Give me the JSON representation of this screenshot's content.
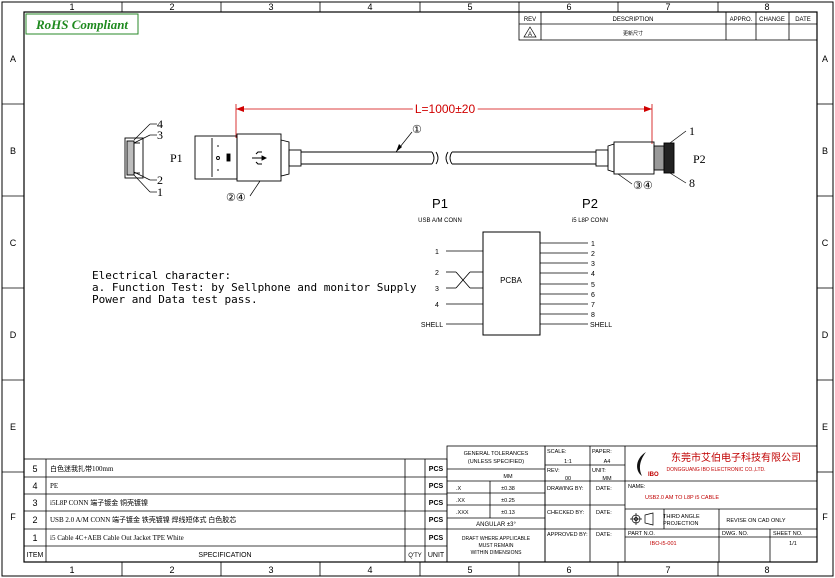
{
  "border": {
    "col_labels": [
      "1",
      "2",
      "3",
      "4",
      "5",
      "6",
      "7",
      "8"
    ],
    "row_labels": [
      "A",
      "B",
      "C",
      "D",
      "E",
      "F"
    ]
  },
  "rohs_label": "RoHS Compliant",
  "revision_table": {
    "headers": [
      "REV",
      "DESCRIPTION",
      "APPRO.",
      "CHANGE",
      "DATE"
    ],
    "rows": [
      {
        "rev": "A",
        "description": "更新尺寸",
        "appro": "",
        "change": "",
        "date": ""
      }
    ]
  },
  "cable": {
    "length_label": "L=1000±20",
    "p1_label": "P1",
    "p2_label": "P2",
    "p1_callout": "②④",
    "p2_callout": "③④",
    "cable_callout": "①",
    "p1_pins": [
      "4",
      "3",
      "2",
      "1"
    ],
    "p2_pins": [
      "1",
      "8"
    ]
  },
  "schematic": {
    "p1_title": "P1",
    "p1_subtitle": "USB A/M CONN",
    "p2_title": "P2",
    "p2_subtitle": "i5 L8P CONN",
    "block_label": "PCBA",
    "left_pins": [
      "1",
      "2",
      "3",
      "4",
      "SHELL"
    ],
    "right_pins": [
      "1",
      "2",
      "3",
      "4",
      "5",
      "6",
      "7",
      "8",
      "SHELL"
    ]
  },
  "notes": {
    "line1": "Electrical character:",
    "line2": "a. Function Test: by Sellphone and monitor Supply",
    "line3": "Power and Data test pass."
  },
  "bom": {
    "headers": {
      "item": "ITEM",
      "spec": "SPECIFICATION",
      "qty": "Q'TY",
      "unit": "UNIT"
    },
    "rows": [
      {
        "item": "5",
        "spec": "白色迷我扎带100mm",
        "unit": "PCS"
      },
      {
        "item": "4",
        "spec": "PE",
        "unit": "PCS"
      },
      {
        "item": "3",
        "spec": "i5L8P CONN 端子镀金 铜壳镀镍",
        "unit": "PCS"
      },
      {
        "item": "2",
        "spec": "USB 2.0 A/M CONN 端子镀金 铁壳镀镍 焊线短体式 白色胶芯",
        "unit": "PCS"
      },
      {
        "item": "1",
        "spec": "i5 Cable 4C+AEB Cable Out Jacket TPE White",
        "unit": "PCS"
      }
    ]
  },
  "tolerances": {
    "title1": "GENERAL TOLERANCES",
    "title2": "(UNLESS SPECIFIED)",
    "unit": "MM",
    "rows": [
      {
        "k": ".X",
        "v": "±0.38"
      },
      {
        "k": ".XX",
        "v": "±0.25"
      },
      {
        "k": ".XXX",
        "v": "±0.13"
      }
    ],
    "angular": "ANGULAR ±3°",
    "footer1": "DRAFT WHERE APPLICABLE",
    "footer2": "MUST REMAIN",
    "footer3": "WITHIN DIMENSIONS"
  },
  "title_block": {
    "scale_label": "SCALE:",
    "scale_value": "1:1",
    "paper_label": "PAPER:",
    "paper_value": "A4",
    "rev_label": "REV:",
    "rev_value": "00",
    "unit_label": "UNIT:",
    "unit_value": "MM",
    "drawing_by": "DRAWING BY:",
    "checked_by": "CHECKED BY:",
    "approved_by": "APPROVED BY:",
    "date_label": "DATE:",
    "logo_text": "IBO",
    "company_cn": "东莞市艾伯电子科技有限公司",
    "company_en": "DONGGUANG IBO ELECTRONIC CO.,LTD.",
    "name_label": "NAME:",
    "name_value": "USB2.0 AM TO L8P i5 CABLE",
    "projection1": "THIRD ANGLE",
    "projection2": "PROJECTION",
    "revise_note": "REVISE ON CAD ONLY",
    "part_label": "PART N.O.",
    "part_value": "IBO-i5-001",
    "dwg_label": "DWG. NO.",
    "sheet_label": "SHEET NO.",
    "sheet_value": "1/1"
  }
}
